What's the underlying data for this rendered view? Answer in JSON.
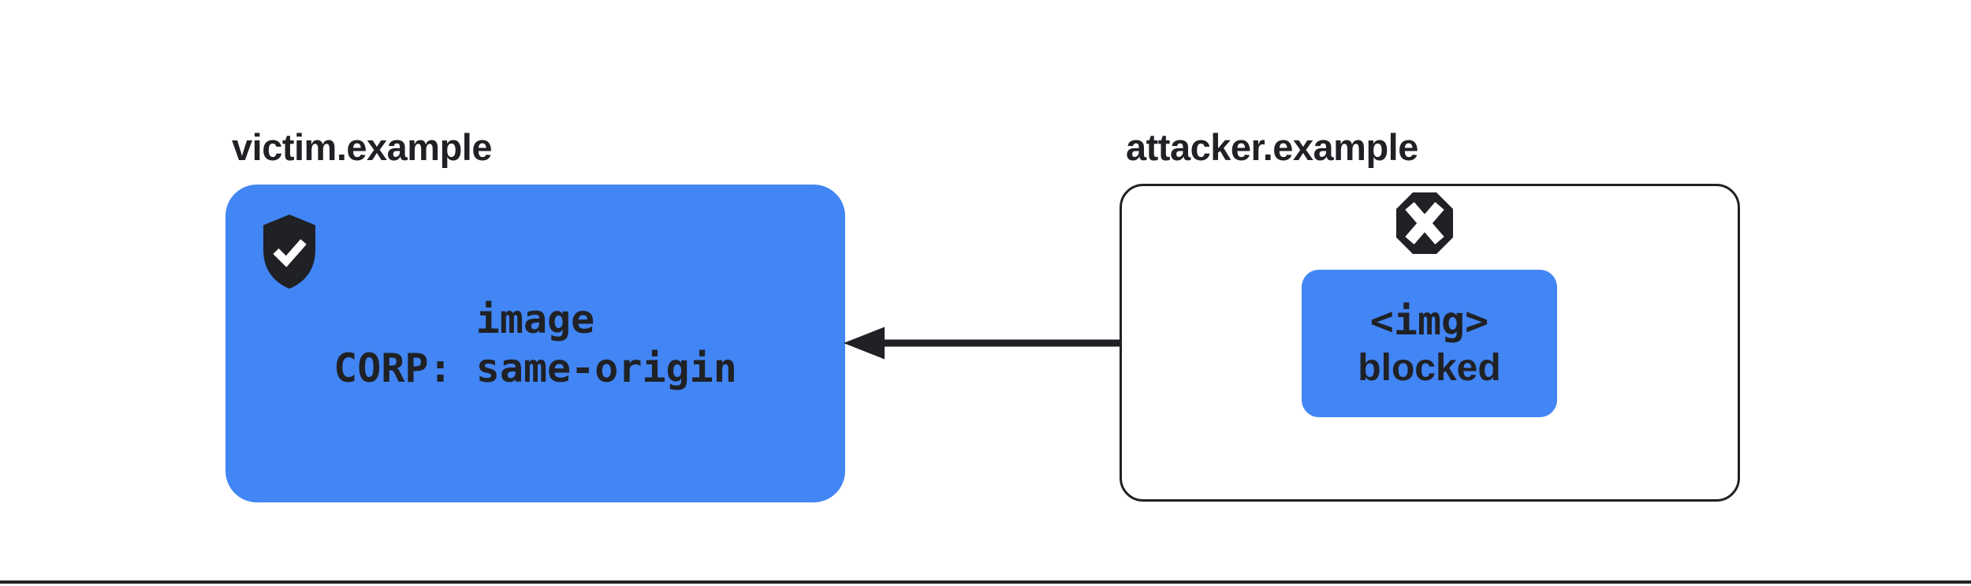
{
  "colors": {
    "accent_blue": "#4285f4",
    "ink": "#1f2125",
    "background": "#ffffff"
  },
  "victim": {
    "label": "victim.example",
    "icon": "shield-check-icon",
    "resource": {
      "lines": [
        "image",
        "CORP: same-origin"
      ]
    }
  },
  "attacker": {
    "label": "attacker.example",
    "icon": "blocked-x-icon",
    "request": {
      "lines": [
        "<img>",
        "blocked"
      ]
    }
  },
  "arrow": {
    "direction": "left",
    "meaning": "cross-origin request blocked"
  }
}
